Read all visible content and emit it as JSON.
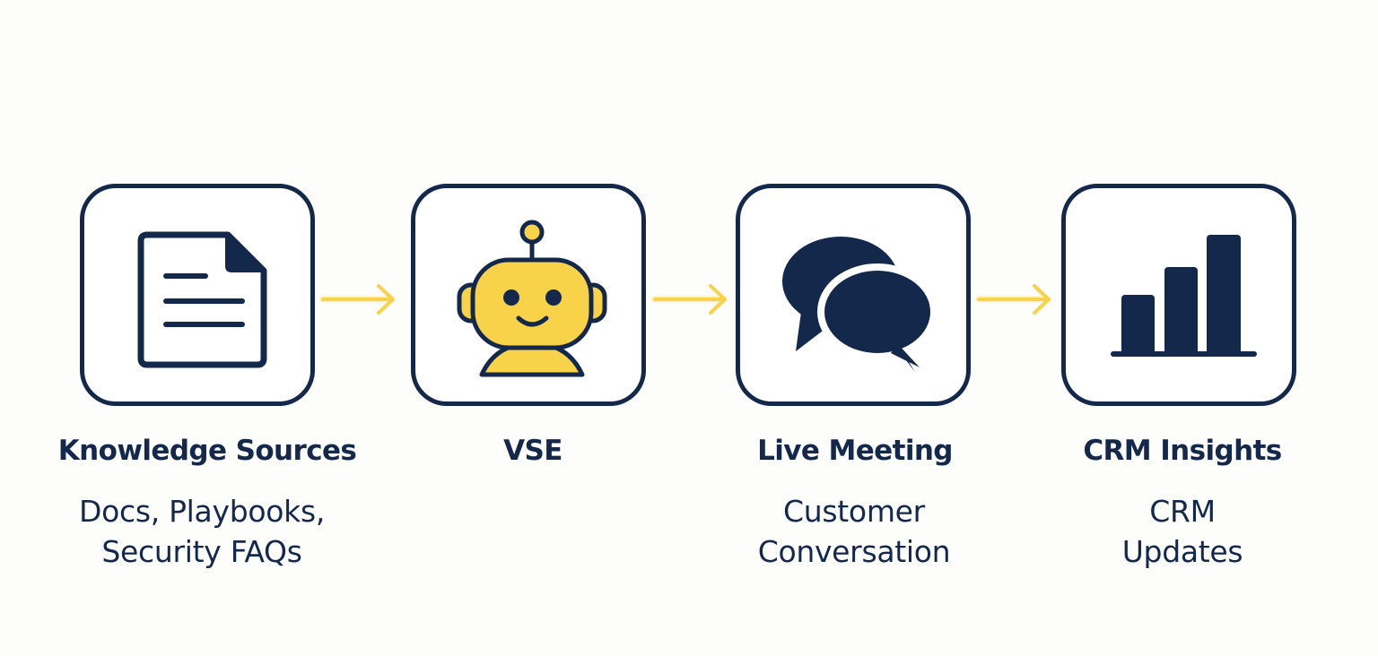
{
  "colors": {
    "navy": "#13284b",
    "accent_yellow": "#f8d34a",
    "background": "#fdfdfc"
  },
  "steps": [
    {
      "icon": "document-icon",
      "title": "Knowledge Sources",
      "subtitle_lines": [
        "Docs, Playbooks,",
        "Security FAQs"
      ]
    },
    {
      "icon": "robot-icon",
      "title": "VSE",
      "subtitle_lines": []
    },
    {
      "icon": "chat-bubbles-icon",
      "title": "Live Meeting",
      "subtitle_lines": [
        "Customer",
        "Conversation"
      ]
    },
    {
      "icon": "bar-chart-icon",
      "title": "CRM Insights",
      "subtitle_lines": [
        "CRM",
        "Updates"
      ]
    }
  ],
  "connectors": [
    "arrow-right-icon",
    "arrow-right-icon",
    "arrow-right-icon"
  ]
}
